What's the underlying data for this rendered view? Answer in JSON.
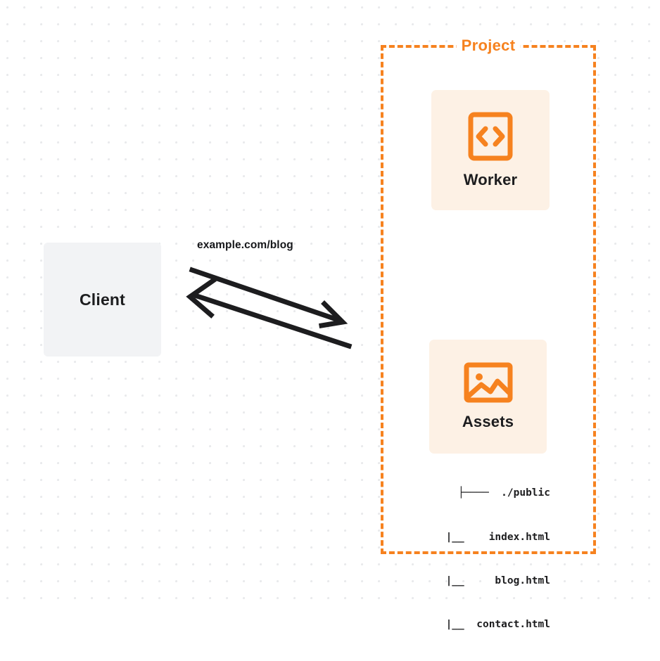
{
  "diagram": {
    "title_label": "Project",
    "background": {
      "dot_color": "#e9eaec",
      "page_color": "#ffffff"
    },
    "colors": {
      "accent_orange": "#f6821f",
      "card_fill": "#fdf1e5",
      "client_fill": "#f2f3f5",
      "text_dark": "#1d1d1f",
      "arrow_stroke": "#1d1d1f"
    }
  },
  "client": {
    "label": "Client"
  },
  "connection": {
    "label": "example.com/blog",
    "request_direction": "client-to-project",
    "response_direction": "project-to-client"
  },
  "nodes": [
    {
      "id": "worker",
      "label": "Worker",
      "icon": "code-brackets-icon"
    },
    {
      "id": "assets",
      "label": "Assets",
      "icon": "image-icon"
    }
  ],
  "file_tree": {
    "lines": [
      "├────  ./public",
      "   |__    index.html",
      "   |__     blog.html",
      "   |__  contact.html"
    ]
  }
}
